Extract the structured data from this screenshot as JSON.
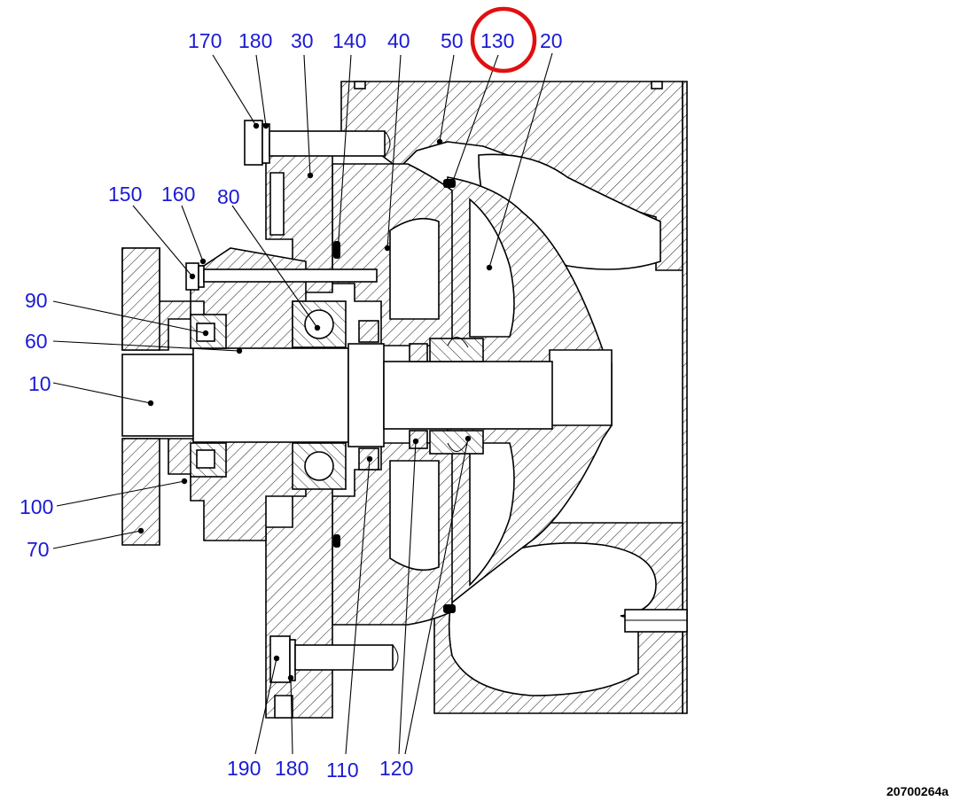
{
  "diagram": {
    "callouts": [
      {
        "id": "170",
        "label": "170"
      },
      {
        "id": "180_top",
        "label": "180"
      },
      {
        "id": "30",
        "label": "30"
      },
      {
        "id": "140",
        "label": "140"
      },
      {
        "id": "40",
        "label": "40"
      },
      {
        "id": "50",
        "label": "50"
      },
      {
        "id": "130",
        "label": "130",
        "highlighted": true
      },
      {
        "id": "20",
        "label": "20"
      },
      {
        "id": "150",
        "label": "150"
      },
      {
        "id": "160",
        "label": "160"
      },
      {
        "id": "80",
        "label": "80"
      },
      {
        "id": "90",
        "label": "90"
      },
      {
        "id": "60",
        "label": "60"
      },
      {
        "id": "10",
        "label": "10"
      },
      {
        "id": "100",
        "label": "100"
      },
      {
        "id": "70",
        "label": "70"
      },
      {
        "id": "190",
        "label": "190"
      },
      {
        "id": "180_bottom",
        "label": "180"
      },
      {
        "id": "110",
        "label": "110"
      },
      {
        "id": "120",
        "label": "120"
      }
    ],
    "document_id": "20700264a",
    "colors": {
      "callout_text": "#1a1ad6",
      "highlight_ring": "#e01010",
      "line": "#000000"
    }
  }
}
